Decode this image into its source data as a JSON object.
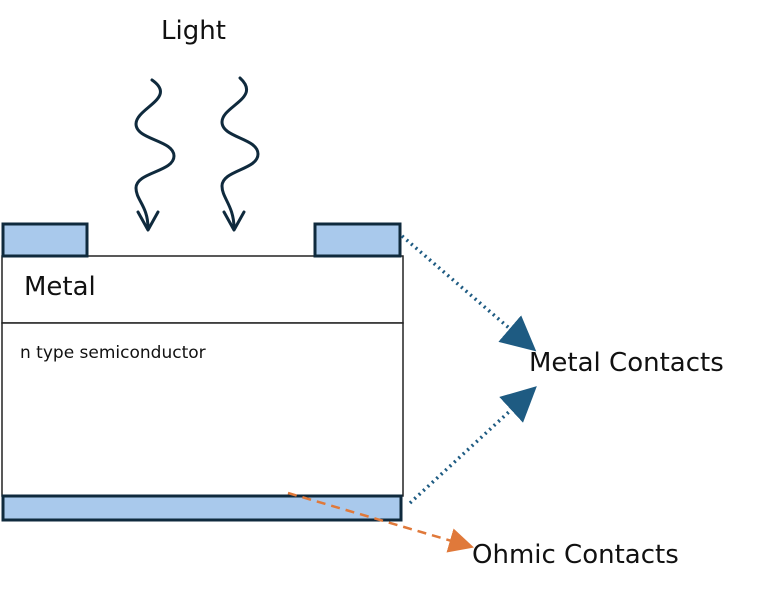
{
  "labels": {
    "light": "Light",
    "metal": "Metal",
    "semiconductor": "n type semiconductor",
    "metal_contacts": "Metal Contacts",
    "ohmic_contacts": "Ohmic Contacts"
  },
  "colors": {
    "contact_fill": "#a9c9ec",
    "contact_stroke": "#0f2a3d",
    "light_wave": "#0f2a3d",
    "metal_contact_arrow": "#1e5b82",
    "ohmic_arrow": "#e0793a"
  }
}
